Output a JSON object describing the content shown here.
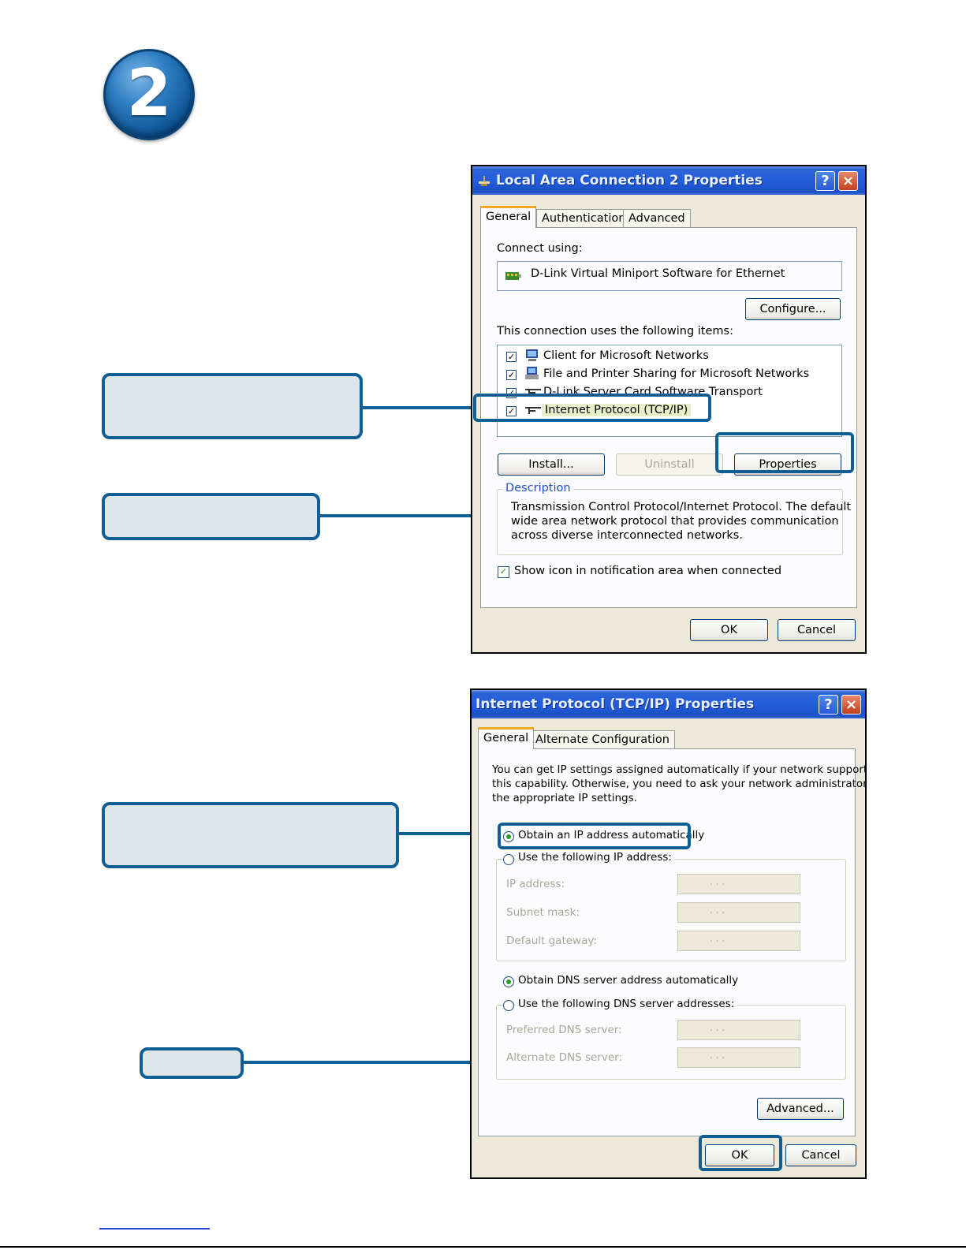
{
  "step": {
    "number": "2"
  },
  "dialog1": {
    "title": "Local Area Connection 2 Properties",
    "help_label": "?",
    "close_label": "×",
    "tabs": [
      {
        "label": "General"
      },
      {
        "label": "Authentication"
      },
      {
        "label": "Advanced"
      }
    ],
    "connect_using_label": "Connect using:",
    "adapter": "D-Link Virtual Miniport Software for Ethernet",
    "configure_label": "Configure...",
    "items_label": "This connection uses the following items:",
    "items": [
      {
        "label": "Client for Microsoft Networks",
        "checked": true,
        "icon": "network-client-icon"
      },
      {
        "label": "File and Printer Sharing for Microsoft Networks",
        "checked": true,
        "icon": "printer-sharing-icon"
      },
      {
        "label": "D-Link Server Card Software Transport",
        "checked": true,
        "icon": "protocol-icon"
      },
      {
        "label": "Internet Protocol (TCP/IP)",
        "checked": true,
        "icon": "protocol-icon"
      }
    ],
    "install_label": "Install...",
    "uninstall_label": "Uninstall",
    "properties_label": "Properties",
    "description_legend": "Description",
    "description_lines": [
      "Transmission Control Protocol/Internet Protocol. The default",
      "wide area network protocol that provides communication",
      "across diverse interconnected networks."
    ],
    "show_icon_label": "Show icon in notification area when connected",
    "ok_label": "OK",
    "cancel_label": "Cancel"
  },
  "dialog2": {
    "title": "Internet Protocol (TCP/IP) Properties",
    "help_label": "?",
    "close_label": "×",
    "tabs": [
      {
        "label": "General"
      },
      {
        "label": "Alternate Configuration"
      }
    ],
    "intro_lines": [
      "You can get IP settings assigned automatically if your network supports",
      "this capability. Otherwise, you need to ask your network administrator for",
      "the appropriate IP settings."
    ],
    "obtain_ip_label": "Obtain an IP address automatically",
    "use_ip_label": "Use the following IP address:",
    "ip_address_label": "IP address:",
    "subnet_mask_label": "Subnet mask:",
    "default_gateway_label": "Default gateway:",
    "obtain_dns_label": "Obtain DNS server address automatically",
    "use_dns_label": "Use the following DNS server addresses:",
    "preferred_dns_label": "Preferred DNS server:",
    "alternate_dns_label": "Alternate DNS server:",
    "ip_placeholder": ".       .       .",
    "advanced_label": "Advanced...",
    "ok_label": "OK",
    "cancel_label": "Cancel"
  },
  "colors": {
    "callout_border": "#0f5f94",
    "callout_fill": "#dfe6ea",
    "xp_title_blue": "#225ddb",
    "xp_face": "#ece9d8"
  }
}
